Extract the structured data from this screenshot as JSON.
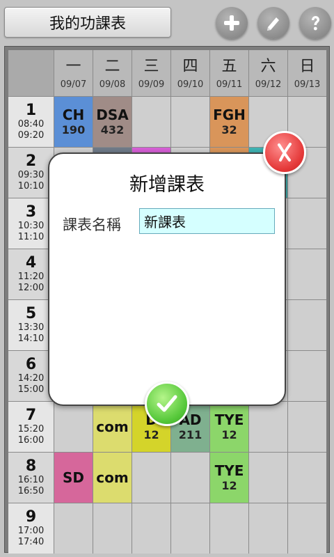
{
  "header": {
    "title": "我的功課表",
    "add_icon": "plus-icon",
    "edit_icon": "pencil-icon",
    "help_icon": "question-icon",
    "button_color": "#8c8c8c"
  },
  "days": [
    {
      "name": "一",
      "date": "09/07"
    },
    {
      "name": "二",
      "date": "09/08"
    },
    {
      "name": "三",
      "date": "09/09"
    },
    {
      "name": "四",
      "date": "09/10"
    },
    {
      "name": "五",
      "date": "09/11"
    },
    {
      "name": "六",
      "date": "09/12"
    },
    {
      "name": "日",
      "date": "09/13"
    }
  ],
  "periods": [
    {
      "num": "1",
      "start": "08:40",
      "end": "09:20"
    },
    {
      "num": "2",
      "start": "09:30",
      "end": "10:10"
    },
    {
      "num": "3",
      "start": "10:30",
      "end": "11:10"
    },
    {
      "num": "4",
      "start": "11:20",
      "end": "12:00"
    },
    {
      "num": "5",
      "start": "13:30",
      "end": "14:10"
    },
    {
      "num": "6",
      "start": "14:20",
      "end": "15:00"
    },
    {
      "num": "7",
      "start": "15:20",
      "end": "16:00"
    },
    {
      "num": "8",
      "start": "16:10",
      "end": "16:50"
    },
    {
      "num": "9",
      "start": "17:00",
      "end": "17:40"
    }
  ],
  "courses": [
    {
      "period": 1,
      "day": 1,
      "name": "CH",
      "room": "190",
      "color": "#5b8fd6"
    },
    {
      "period": 1,
      "day": 2,
      "name": "DSA",
      "room": "432",
      "color": "#a08c87"
    },
    {
      "period": 1,
      "day": 5,
      "name": "FGH",
      "room": "32",
      "color": "#d9955a"
    },
    {
      "period": 2,
      "day": 2,
      "name": "",
      "room": "",
      "color": "#6f7a88"
    },
    {
      "period": 2,
      "day": 3,
      "name": "",
      "room": "",
      "color": "#d65fd6"
    },
    {
      "period": 2,
      "day": 5,
      "name": "",
      "room": "",
      "color": "#d9955a"
    },
    {
      "period": 2,
      "day": 6,
      "name": "",
      "room": "",
      "color": "#3fb3b3"
    },
    {
      "period": 7,
      "day": 2,
      "name": "com",
      "room": "",
      "color": "#dcdc6e"
    },
    {
      "period": 7,
      "day": 3,
      "name": "D",
      "room": "12",
      "color": "#d4d42a"
    },
    {
      "period": 7,
      "day": 4,
      "name": "AD",
      "room": "211",
      "color": "#7fb08f"
    },
    {
      "period": 7,
      "day": 5,
      "name": "TYE",
      "room": "12",
      "color": "#8cd66a"
    },
    {
      "period": 8,
      "day": 1,
      "name": "SD",
      "room": "",
      "color": "#d6679b"
    },
    {
      "period": 8,
      "day": 2,
      "name": "com",
      "room": "",
      "color": "#dcdc6e"
    },
    {
      "period": 8,
      "day": 5,
      "name": "TYE",
      "room": "12",
      "color": "#8cd66a"
    }
  ],
  "dialog": {
    "title": "新增課表",
    "label": "課表名稱",
    "input_value": "新課表",
    "close_icon": "close-x-icon",
    "confirm_icon": "checkmark-icon",
    "close_color": "#e53a3a",
    "confirm_color": "#56c83a",
    "input_bg": "#d5ffff"
  }
}
